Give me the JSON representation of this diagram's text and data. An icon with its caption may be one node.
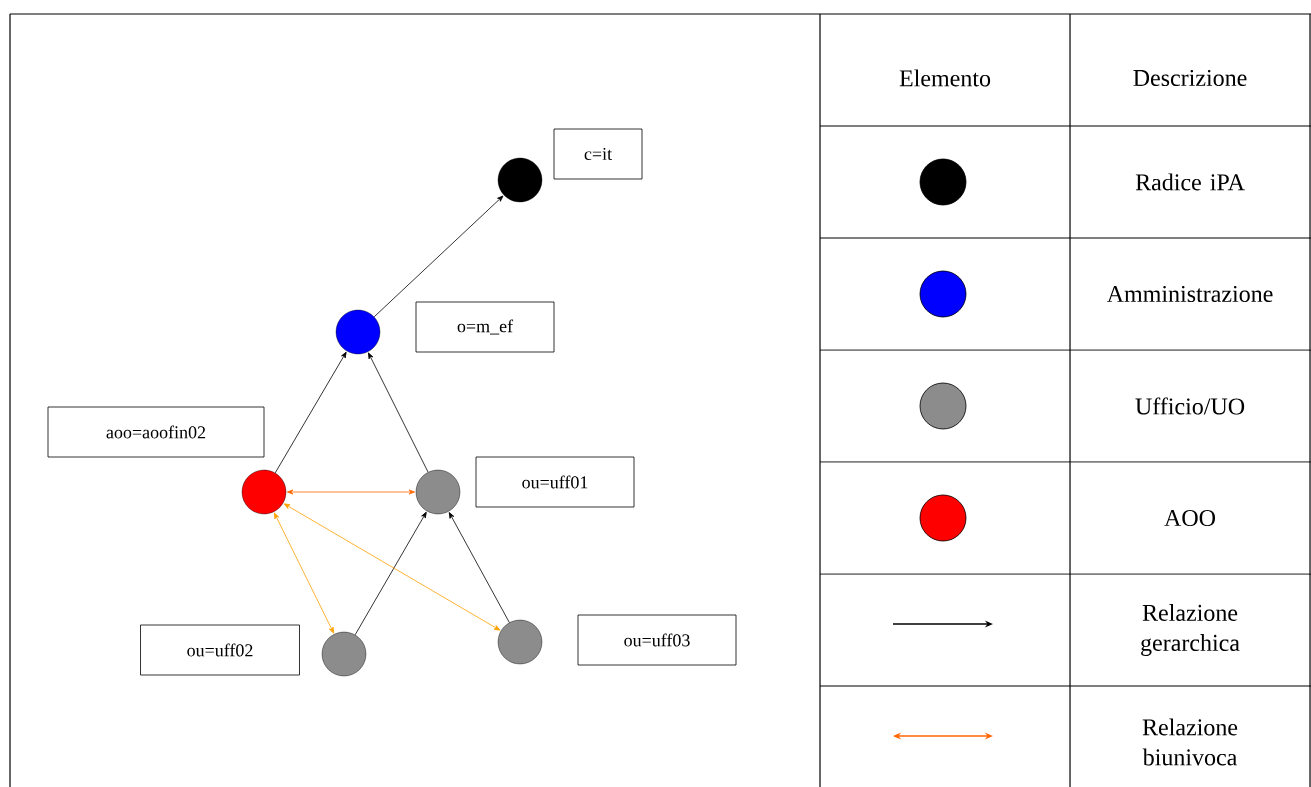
{
  "diagram": {
    "nodes": [
      {
        "text": [
          "c=it"
        ]
      },
      {
        "text": [],
        "shape": "circle"
      },
      {
        "text": [],
        "shape": "circle"
      },
      {
        "text": [
          "o=m_ef"
        ]
      },
      {
        "text": [
          "aoo=aoofin02"
        ]
      },
      {
        "text": [],
        "shape": "circle"
      },
      {
        "text": [],
        "shape": "circle"
      },
      {
        "text": [
          "ou=uff01"
        ]
      },
      {
        "text": [
          "ou=uff02"
        ]
      },
      {
        "text": [],
        "shape": "circle"
      },
      {
        "text": [],
        "shape": "circle"
      },
      {
        "text": [
          "ou=uff03"
        ]
      }
    ],
    "edges": [
      {
        "from": 2,
        "to": 1,
        "arrow": "to"
      },
      {
        "from": 5,
        "to": 2,
        "arrow": "to"
      },
      {
        "from": 6,
        "to": 2,
        "arrow": "to"
      },
      {
        "from": 9,
        "to": 6,
        "arrow": "to"
      },
      {
        "from": 10,
        "to": 6,
        "arrow": "to"
      },
      {
        "from": 5,
        "to": 6,
        "arrow": "both",
        "color": "#ff6600"
      },
      {
        "from": 5,
        "to": 9,
        "arrow": "both",
        "color": "#ffa000"
      },
      {
        "from": 5,
        "to": 10,
        "arrow": "both",
        "color": "#ffa000"
      }
    ],
    "labels": [
      "Elemento",
      "Descrizione"
    ],
    "legend": [
      {
        "text": "Radice iPA",
        "color": "#000000"
      },
      {
        "text": "Amministrazione",
        "color": "#0000ff"
      },
      {
        "text": "Ufficio/UO",
        "color": "#8c8c8c"
      },
      {
        "text": "AOO",
        "color": "#ff0000"
      },
      {
        "text": "Relazione gerarchica"
      },
      {
        "text": "Relazione biunivoca"
      }
    ]
  }
}
